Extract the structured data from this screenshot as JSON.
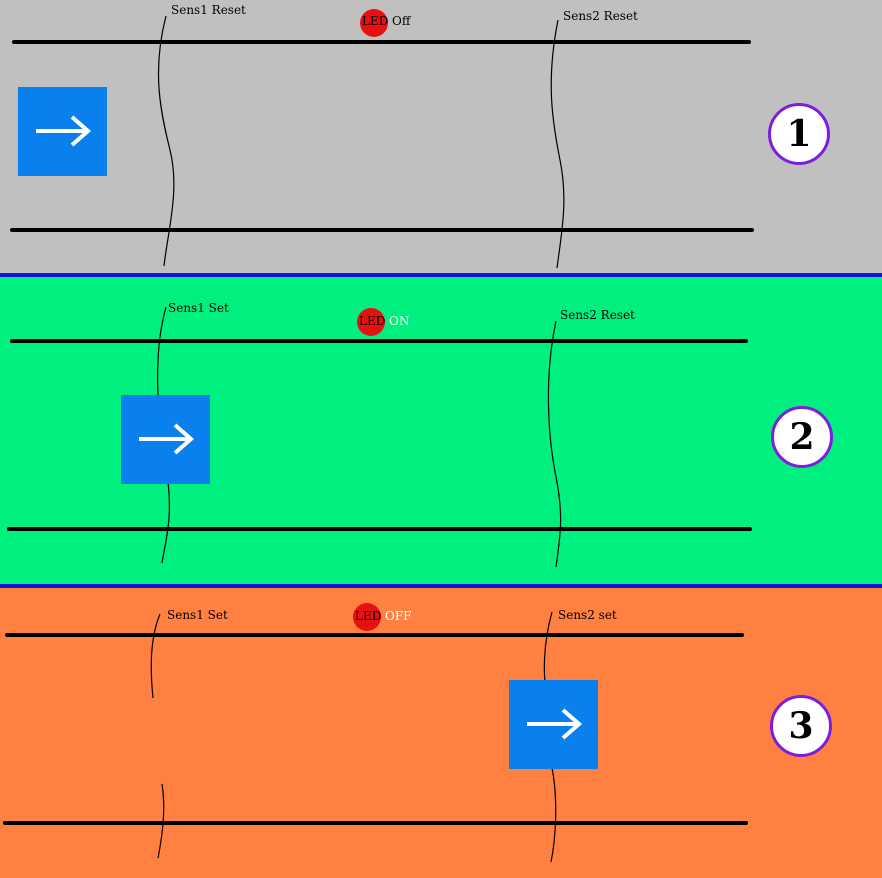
{
  "colors": {
    "panel1_bg": "#c0c0c0",
    "panel2_bg": "#00f080",
    "panel3_bg": "#ff8040",
    "divider": "#1414d6",
    "led": "#e81010",
    "box": "#0a7fee",
    "badge_border": "#7c1ee0"
  },
  "panels": [
    {
      "sens1": "Sens1 Reset",
      "sens2": "Sens2 Reset",
      "led_word": "LED",
      "led_state": "Off",
      "led_state_color": "#000000",
      "step": "1",
      "box_icon": "right-arrow-icon"
    },
    {
      "sens1": "Sens1  Set",
      "sens2": "Sens2 Reset",
      "led_word": "LED",
      "led_state": "ON",
      "led_state_color": "#ffffff",
      "step": "2",
      "box_icon": "right-arrow-icon"
    },
    {
      "sens1": "Sens1 Set",
      "sens2": "Sens2 set",
      "led_word": "LED",
      "led_state": "OFF",
      "led_state_color": "#ffffff",
      "step": "3",
      "box_icon": "right-arrow-icon"
    }
  ]
}
